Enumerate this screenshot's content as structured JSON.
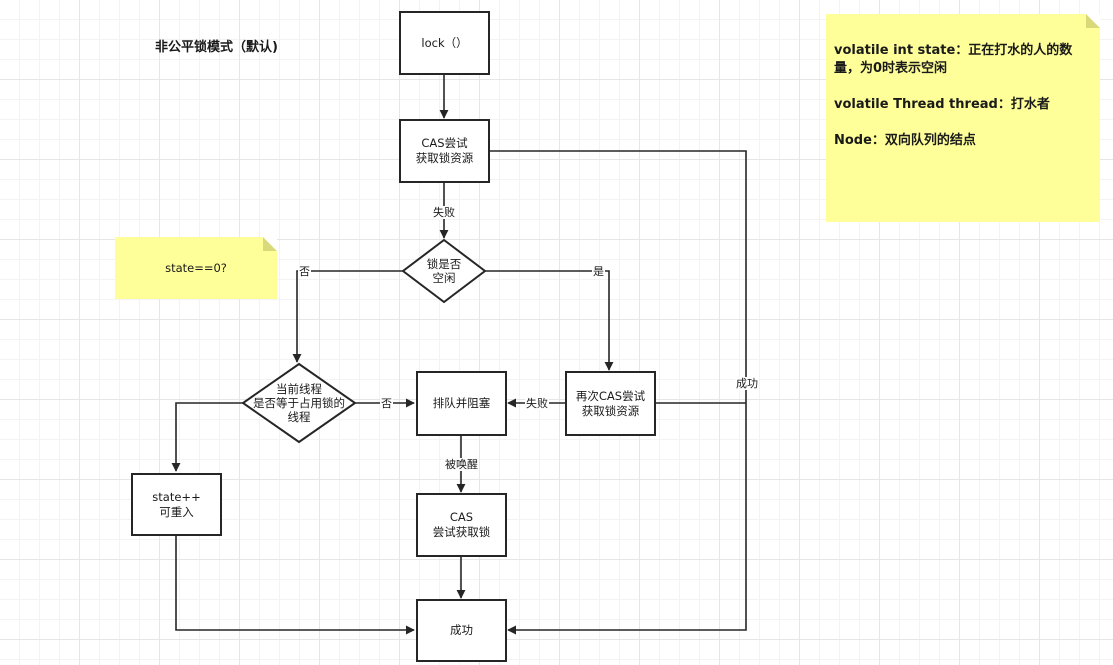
{
  "title": "非公平锁模式（默认)",
  "nodes": {
    "lock": "lock（）",
    "cas_try": [
      "CAS尝试",
      "获取锁资源"
    ],
    "lock_free": [
      "锁是否",
      "空闲"
    ],
    "current_thread": [
      "当前线程",
      "是否等于占用锁的",
      "线程"
    ],
    "queue_block": "排队并阻塞",
    "cas_again": [
      "再次CAS尝试",
      "获取锁资源"
    ],
    "reentrant": [
      "state++",
      "可重入"
    ],
    "cas_after_wake": [
      "CAS",
      "尝试获取锁"
    ],
    "success": "成功"
  },
  "edge_labels": {
    "fail_1": "失败",
    "no_1": "否",
    "yes_1": "是",
    "no_2": "否",
    "fail_2": "失败",
    "woken": "被唤醒",
    "success_side": "成功"
  },
  "notes": {
    "state_check": "state==0?",
    "fields": [
      "volatile int state：正在打水的人的数量，为0时表示空闲",
      "volatile Thread thread：打水者",
      "Node：双向队列的结点"
    ]
  },
  "colors": {
    "note_fill": "#ffff99",
    "line": "#262626"
  }
}
